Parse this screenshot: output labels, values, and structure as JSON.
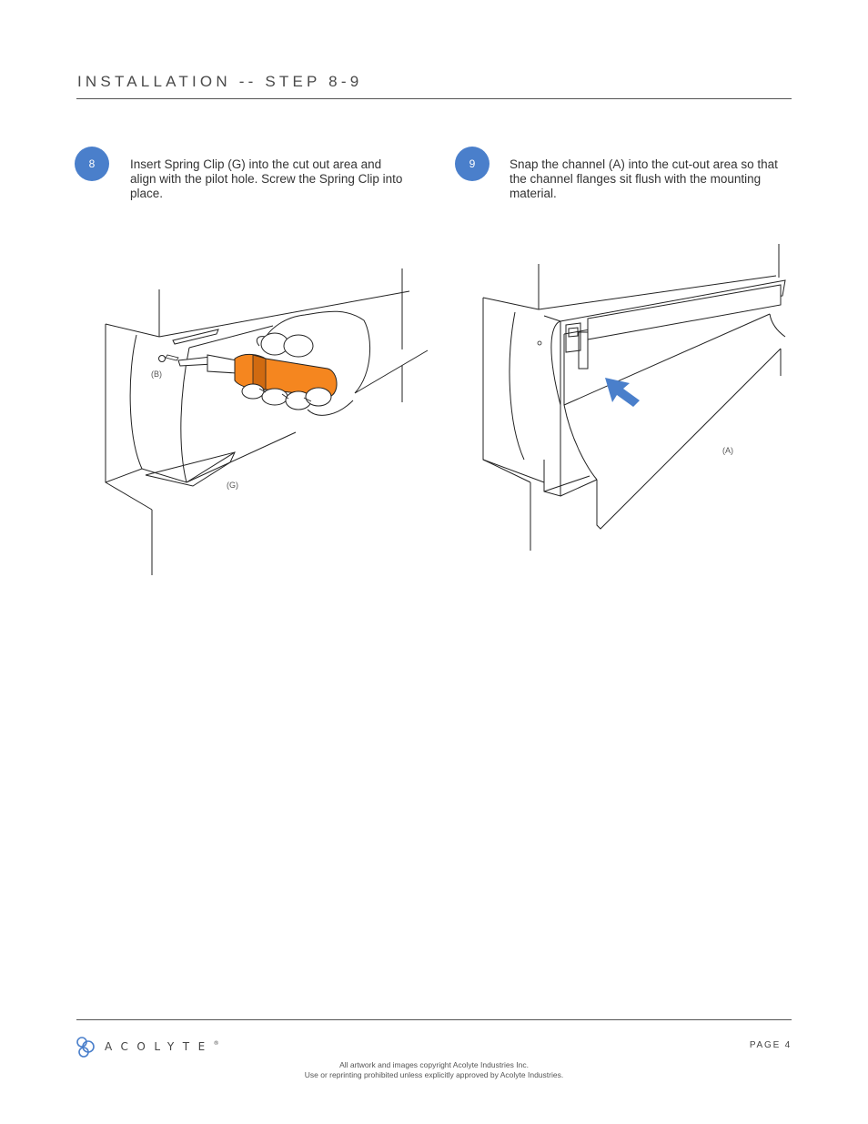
{
  "header": {
    "title": "INSTALLATION -- STEP 8-9"
  },
  "steps": [
    {
      "number": "8",
      "text": "Insert Spring Clip (G) into the cut out area and align with the pilot hole. Screw the Spring Clip into place.",
      "labels": {
        "screw": "(B)",
        "clip": "(G)"
      }
    },
    {
      "number": "9",
      "text": "Snap the channel (A) into the cut-out area so that the channel flanges sit flush with the mounting material.",
      "labels": {
        "channel": "(A)"
      }
    }
  ],
  "colors": {
    "accent": "#4a7fcb",
    "tool_orange": "#f5861f",
    "tool_orange_dark": "#d06a10",
    "arrow_blue": "#4a7fcb"
  },
  "footer": {
    "brand": "ACOLYTE",
    "trademark": "®",
    "page_label": "PAGE 4",
    "copyright_line1": "All artwork and images copyright Acolyte Industries Inc.",
    "copyright_line2": "Use or reprinting prohibited unless explicitly approved by Acolyte Industries."
  }
}
